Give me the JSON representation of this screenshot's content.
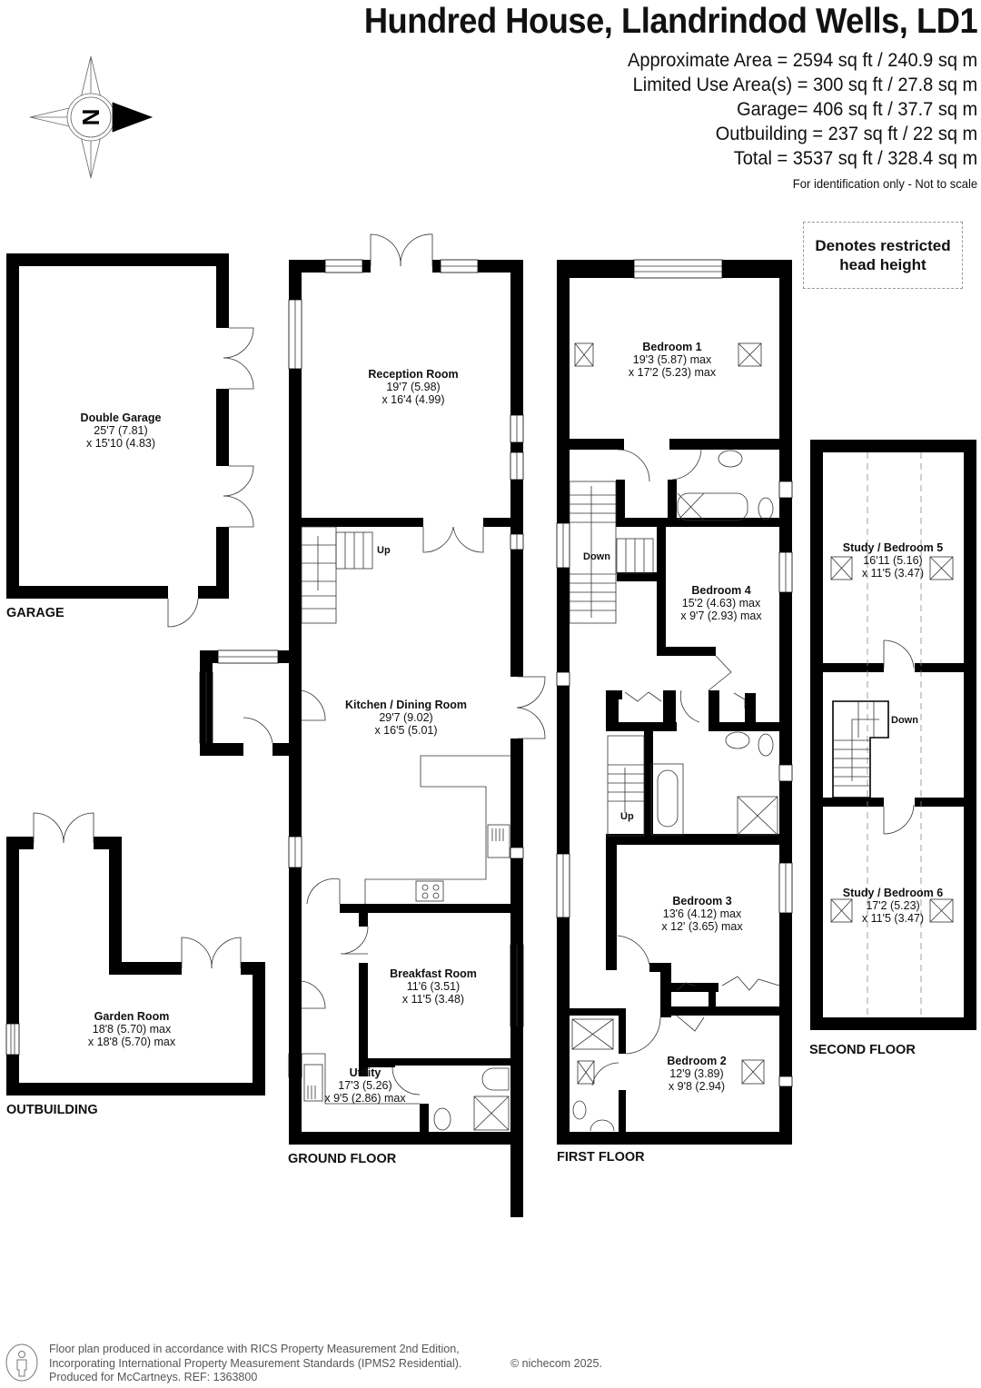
{
  "header": {
    "title": "Hundred House, Llandrindod Wells, LD1",
    "areas": [
      "Approximate Area = 2594 sq ft / 240.9 sq m",
      "Limited Use Area(s) = 300 sq ft / 27.8 sq m",
      "Garage= 406 sq ft / 37.7 sq m",
      "Outbuilding = 237 sq ft / 22 sq m",
      "Total = 3537 sq ft / 328.4 sq m"
    ],
    "note": "For identification only - Not to scale"
  },
  "compass": {
    "icon": "north-compass-icon",
    "letter": "N"
  },
  "legend": {
    "line1": "Denotes restricted",
    "line2": "head height",
    "style": "dashed-box"
  },
  "floors": {
    "garage": {
      "label": "GARAGE",
      "rooms": [
        {
          "name": "Double Garage",
          "dim1": "25'7 (7.81)",
          "dim2": "x 15'10 (4.83)"
        }
      ]
    },
    "outbuilding": {
      "label": "OUTBUILDING",
      "rooms": [
        {
          "name": "Garden Room",
          "dim1": "18'8 (5.70) max",
          "dim2": "x 18'8 (5.70) max"
        }
      ]
    },
    "ground": {
      "label": "GROUND FLOOR",
      "stairs_label": "Up",
      "rooms": [
        {
          "name": "Reception Room",
          "dim1": "19'7 (5.98)",
          "dim2": "x 16'4 (4.99)"
        },
        {
          "name": "Kitchen / Dining Room",
          "dim1": "29'7 (9.02)",
          "dim2": "x 16'5 (5.01)"
        },
        {
          "name": "Breakfast Room",
          "dim1": "11'6 (3.51)",
          "dim2": "x 11'5 (3.48)"
        },
        {
          "name": "Utility",
          "dim1": "17'3 (5.26)",
          "dim2": "x 9'5 (2.86) max"
        }
      ]
    },
    "first": {
      "label": "FIRST FLOOR",
      "stairs_down": "Down",
      "stairs_up": "Up",
      "rooms": [
        {
          "name": "Bedroom 1",
          "dim1": "19'3 (5.87) max",
          "dim2": "x 17'2 (5.23) max"
        },
        {
          "name": "Bedroom 4",
          "dim1": "15'2 (4.63) max",
          "dim2": "x 9'7 (2.93) max"
        },
        {
          "name": "Bedroom 3",
          "dim1": "13'6 (4.12) max",
          "dim2": "x 12' (3.65) max"
        },
        {
          "name": "Bedroom 2",
          "dim1": "12'9 (3.89)",
          "dim2": "x 9'8 (2.94)"
        }
      ]
    },
    "second": {
      "label": "SECOND FLOOR",
      "stairs_down": "Down",
      "rooms": [
        {
          "name": "Study / Bedroom 5",
          "dim1": "16'11 (5.16)",
          "dim2": "x 11'5 (3.47)"
        },
        {
          "name": "Study / Bedroom 6",
          "dim1": "17'2 (5.23)",
          "dim2": "x 11'5 (3.47)"
        }
      ]
    }
  },
  "footer": {
    "line1": "Floor plan produced in accordance with RICS Property Measurement 2nd Edition,",
    "line2": "Incorporating International Property Measurement Standards (IPMS2 Residential).",
    "line3": "Produced for McCartneys.   REF: 1363800",
    "copyright": "© nichecom 2025.",
    "icon": "person-info-icon"
  },
  "colors": {
    "wall": "#000000",
    "background": "#ffffff",
    "text": "#111111",
    "footer_text": "#555555",
    "dashed": "#999999"
  }
}
